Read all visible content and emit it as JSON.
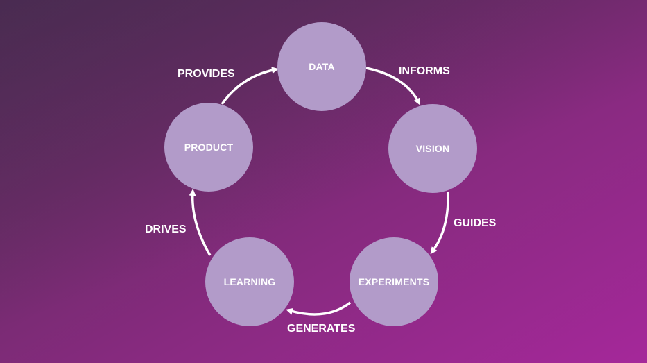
{
  "nodes": {
    "data": "DATA",
    "vision": "VISION",
    "experiments": "EXPERIMENTS",
    "learning": "LEARNING",
    "product": "PRODUCT"
  },
  "edges": {
    "data_to_vision": "INFORMS",
    "vision_to_experiments": "GUIDES",
    "experiments_to_learning": "GENERATES",
    "learning_to_product": "DRIVES",
    "product_to_data": "PROVIDES"
  },
  "colors": {
    "node_fill": "#b29bc9",
    "text": "#ffffff",
    "arrow": "#ffffff"
  }
}
